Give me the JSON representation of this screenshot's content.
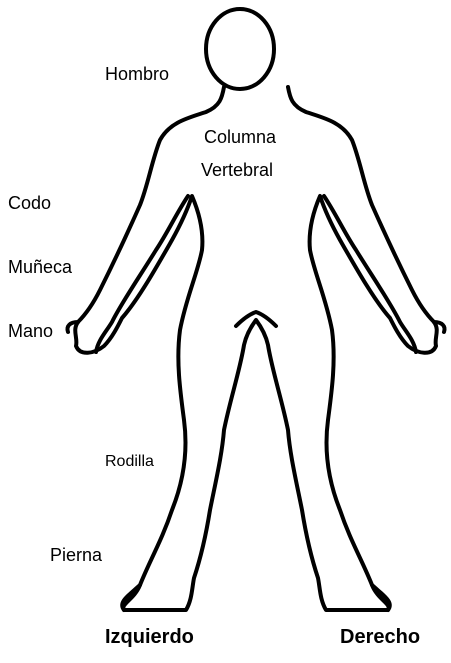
{
  "labels": {
    "hombro": "Hombro",
    "columna": "Columna",
    "vertebral": "Vertebral",
    "codo": "Codo",
    "muneca": "Muñeca",
    "mano": "Mano",
    "rodilla": "Rodilla",
    "pierna": "Pierna",
    "izquierdo": "Izquierdo",
    "derecho": "Derecho"
  },
  "colors": {
    "outline": "#000000",
    "background": "#ffffff"
  }
}
